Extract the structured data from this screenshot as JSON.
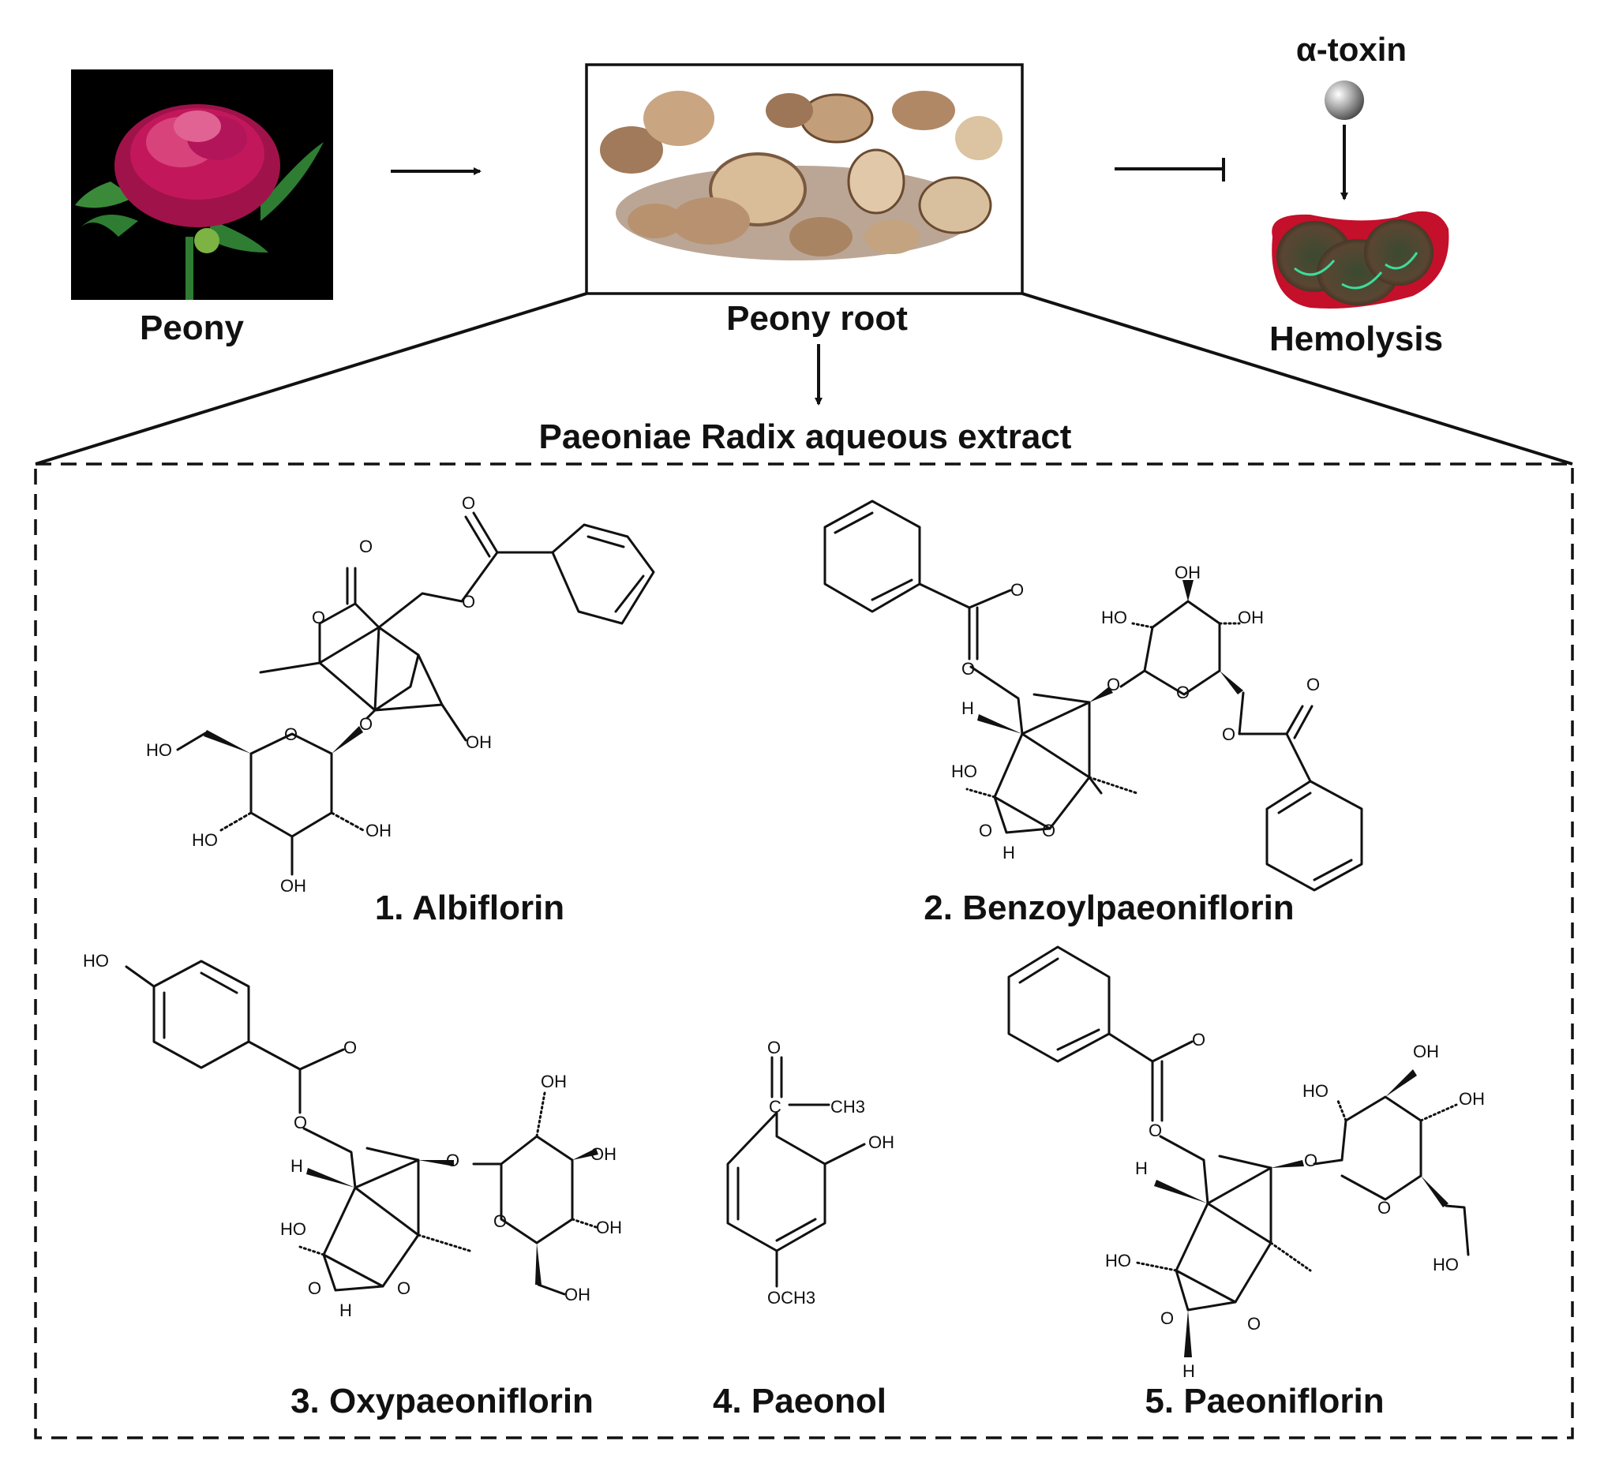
{
  "labels": {
    "peony": "Peony",
    "peony_root": "Peony root",
    "extract": "Paeoniae Radix aqueous extract",
    "toxin": "α-toxin",
    "hemolysis": "Hemolysis"
  },
  "compounds": [
    {
      "name": "1. Albiflorin"
    },
    {
      "name": "2. Benzoylpaeoniflorin"
    },
    {
      "name": "3. Oxypaeoniflorin"
    },
    {
      "name": "4. Paeonol"
    },
    {
      "name": "5. Paeoniflorin"
    }
  ],
  "atoms": {
    "O": "O",
    "OH": "OH",
    "HO": "HO",
    "H": "H",
    "CH3": "CH3",
    "OCH3": "OCH3",
    "C": "C"
  },
  "colors": {
    "petal": "#c2185b",
    "leaf": "#2e7d32",
    "root": "#b89270",
    "cell": "#5d4b3a",
    "hemolysis_red": "#c4102a",
    "toxin_sphere": "#9e9e9e"
  }
}
